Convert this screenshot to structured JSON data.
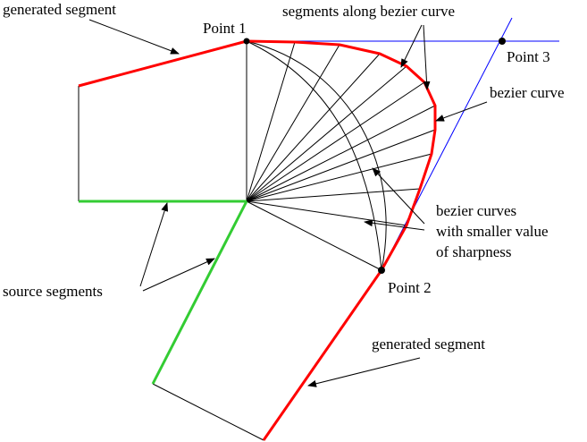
{
  "labels": {
    "generated_segment_top": "generated segment",
    "point1": "Point 1",
    "segments_along": "segments along bezier curve",
    "point3": "Point 3",
    "bezier_curve": "bezier curve",
    "bezier_curves_smaller_line1": "bezier curves",
    "bezier_curves_smaller_line2": "with smaller value",
    "bezier_curves_smaller_line3": "of sharpness",
    "source_segments": "source segments",
    "point2": "Point 2",
    "generated_segment_bottom": "generated segment"
  },
  "colors": {
    "generated": "#ff0000",
    "source": "#33cc33",
    "construction": "#000000",
    "tangent": "#0000ff"
  }
}
